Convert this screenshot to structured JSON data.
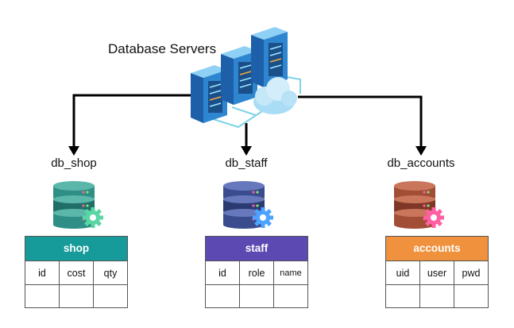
{
  "title": "Database Servers",
  "databases": [
    {
      "name": "db_shop",
      "table": "shop",
      "columns": [
        "id",
        "cost",
        "qty"
      ],
      "color": "#179a9a",
      "cyl": [
        "#2f8f86",
        "#1f6f68",
        "#5bb7a9"
      ],
      "gear": "#59d6a3"
    },
    {
      "name": "db_staff",
      "table": "staff",
      "columns": [
        "id",
        "role",
        "name"
      ],
      "color": "#5c4ab2",
      "cyl": [
        "#3b4c8e",
        "#2b3a70",
        "#6778bd"
      ],
      "gear": "#4da3ff"
    },
    {
      "name": "db_accounts",
      "table": "accounts",
      "columns": [
        "uid",
        "user",
        "pwd"
      ],
      "color": "#f0913d",
      "cyl": [
        "#a24e36",
        "#7e3626",
        "#c9765c"
      ],
      "gear": "#ff5fa3"
    }
  ]
}
